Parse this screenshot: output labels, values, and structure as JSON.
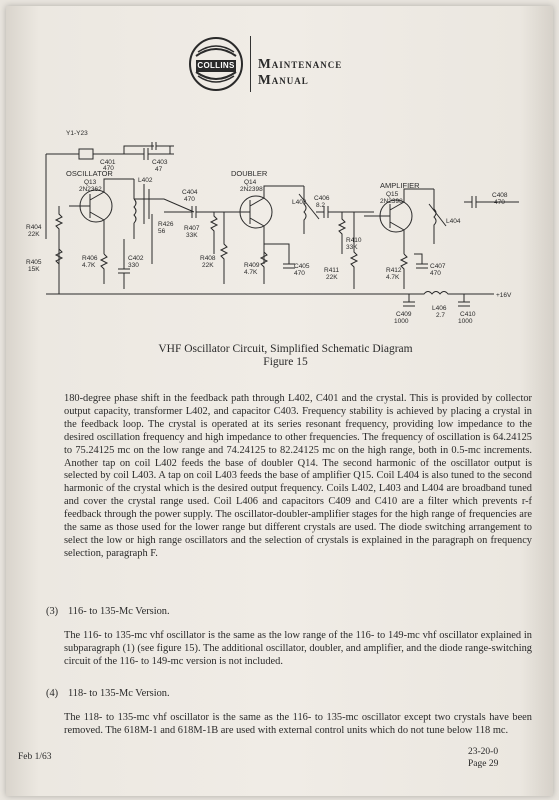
{
  "header": {
    "brand": "COLLINS",
    "title": "Maintenance\nManual"
  },
  "schematic_labels": [
    "Y1-Y23",
    "C401",
    "470",
    "C403",
    "47",
    "OSCILLATOR",
    "Q13",
    "2N2362",
    "L402",
    "C404",
    "470",
    "DOUBLER",
    "Q14",
    "2N2398",
    "L403",
    "C406",
    "8.2",
    "AMPLIFIER",
    "Q15",
    "2N2398",
    "C408",
    "470",
    "L404",
    "R404",
    "22K",
    "R426",
    "56",
    "R407",
    "33K",
    "R406",
    "4.7K",
    "C402",
    "330",
    "R405",
    "15K",
    "R408",
    "22K",
    "R409",
    "4.7K",
    "C405",
    "470",
    "R410",
    "33K",
    "R411",
    "22K",
    "R412",
    "4.7K",
    "C407",
    "470",
    "C409",
    "1000",
    "L406",
    "2.7",
    "C410",
    "1000",
    "+16V"
  ],
  "figure": {
    "caption": "VHF Oscillator Circuit, Simplified Schematic Diagram",
    "number": "Figure 15"
  },
  "body": {
    "paragraph1": "180-degree phase shift in the feedback path through L402, C401 and the crystal. This is provided by collector output capacity, transformer L402, and capacitor C403. Frequency stability is achieved by placing a crystal in the feedback loop. The crystal is operated at its series resonant frequency, providing low impedance to the desired oscillation frequency and high impedance to other frequencies. The frequency of oscillation is 64.24125 to 75.24125 mc on the low range and 74.24125 to 82.24125 mc on the high range, both in 0.5-mc increments. Another tap on coil L402 feeds the base of doubler Q14. The second harmonic of the oscillator output is selected by coil L403. A tap on coil L403 feeds the base of amplifier Q15. Coil L404 is also tuned to the second harmonic of the crystal which is the desired output frequency. Coils L402, L403 and L404 are broadband tuned and cover the crystal range used. Coil L406 and capacitors C409 and C410 are a filter which prevents r-f feedback through the power supply. The oscillator-doubler-amplifier stages for the high range of frequencies are the same as those used for the lower range but different crystals are used. The diode switching arrangement to select the low or high range oscillators and the selection of crystals is explained in the paragraph on frequency selection, paragraph F.",
    "section3": {
      "number": "(3)",
      "heading": "116- to 135-Mc Version.",
      "text": "The 116- to 135-mc vhf oscillator is the same as the low range of the 116- to 149-mc vhf oscillator explained in subparagraph (1) (see figure 15). The additional oscillator, doubler, and amplifier, and the diode range-switching circuit of the 116- to 149-mc version is not included."
    },
    "section4": {
      "number": "(4)",
      "heading": "118- to 135-Mc Version.",
      "text": "The 118- to 135-mc vhf oscillator is the same as the 116- to 135-mc oscillator except two crystals have been removed. The 618M-1 and 618M-1B are used with external control units which do not tune below 118 mc."
    }
  },
  "footer": {
    "date": "Feb 1/63",
    "section": "23-20-0",
    "page": "Page 29"
  }
}
